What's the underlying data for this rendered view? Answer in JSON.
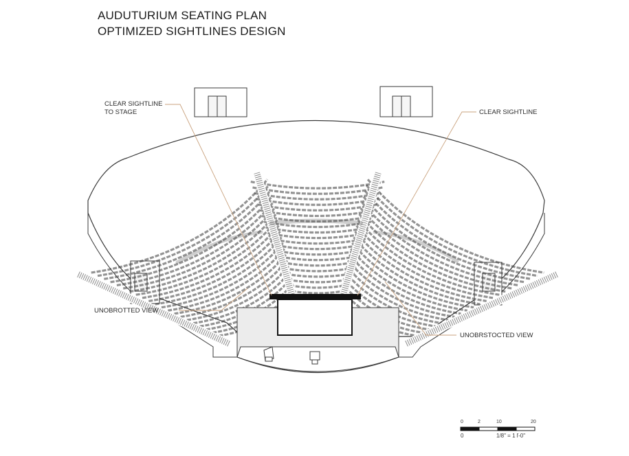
{
  "title": {
    "line1": "AUDUTURIUM SEATING PLAN",
    "line2": "OPTIMIZED SIGHTLINES DESIGN"
  },
  "annotations": {
    "top_left_line1": "CLEAR SIGHTLINE",
    "top_left_line2": "TO STAGE",
    "top_right": "CLEAR SIGHTLINE",
    "bottom_left": "UNOBROTTED VIEW",
    "bottom_right": "UNOBRSTOCTED VIEW"
  },
  "scale_bar": {
    "tick_0": "0",
    "tick_2": "2",
    "tick_10": "10",
    "tick_20": "20",
    "origin": "0",
    "ratio": "1/8\" = 1 ľ-0\""
  },
  "colors": {
    "line": "#3a3a3a",
    "leader": "#c9a27e",
    "seat_fill": "#f4f4f4",
    "stage_fill": "#ececec",
    "screen_bar": "#111111"
  }
}
